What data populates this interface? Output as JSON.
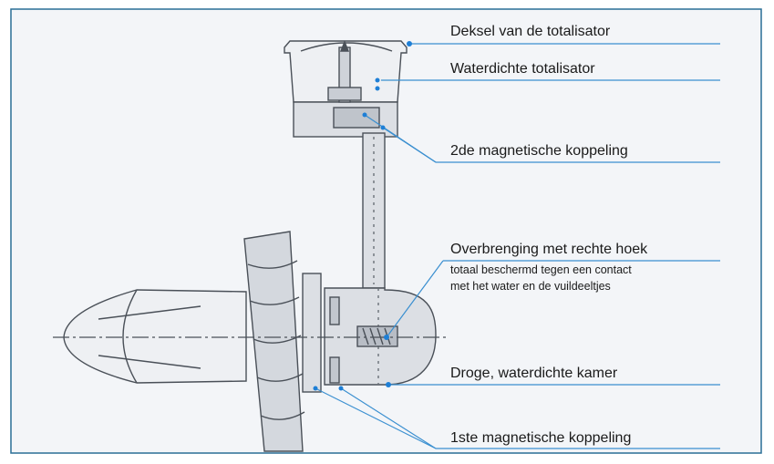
{
  "colors": {
    "frame_border": "#2a6f96",
    "background": "#f3f5f8",
    "leader_line": "#3a8fd0",
    "dot": "#1e7fd6",
    "drawing_fill": "#dcdfe4",
    "drawing_stroke": "#4a5058",
    "text": "#1a1a1a"
  },
  "labels": {
    "cover": "Deksel van de totalisator",
    "totalizer": "Waterdichte totalisator",
    "coupling2": "2de magnetische koppeling",
    "gear_title": "Overbrenging met rechte hoek",
    "gear_line1": "totaal beschermd tegen een contact",
    "gear_line2": "met het water en de vuildeeltjes",
    "chamber": "Droge, waterdichte kamer",
    "coupling1": "1ste magnetische koppeling"
  }
}
